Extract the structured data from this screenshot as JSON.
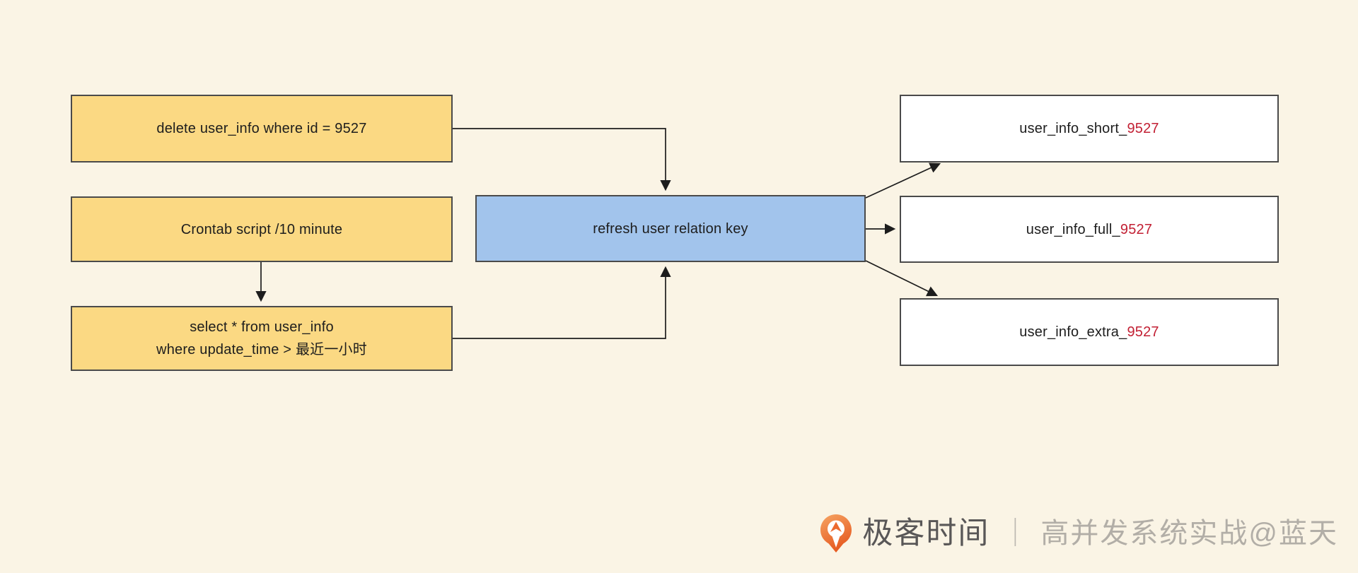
{
  "page": {
    "background_color": "#faf4e5"
  },
  "diagram": {
    "nodes": {
      "delete_sql": {
        "label": "delete user_info where id = 9527",
        "fill": "#fbd983"
      },
      "crontab": {
        "label": "Crontab script /10 minute",
        "fill": "#fbd983"
      },
      "select_sql": {
        "line1": "select * from user_info",
        "line2": "where update_time > 最近一小时",
        "fill": "#fbd983"
      },
      "refresh_key": {
        "label": "refresh user relation key",
        "fill": "#a2c4ec"
      },
      "cache_short": {
        "prefix": "user_info_short_",
        "suffix": "9527",
        "fill": "#ffffff"
      },
      "cache_full": {
        "prefix": "user_info_full_",
        "suffix": "9527",
        "fill": "#ffffff"
      },
      "cache_extra": {
        "prefix": "user_info_extra_",
        "suffix": "9527",
        "fill": "#ffffff"
      }
    },
    "colors": {
      "node_border": "#4a4a4a",
      "arrow": "#1d1d1d",
      "text": "#1d1d1d",
      "suffix_red": "#c21f33",
      "yellow": "#fbd983",
      "blue": "#a2c4ec",
      "white": "#ffffff"
    }
  },
  "footer": {
    "logo_icon": "geektime-pin-logo",
    "brand": "极客时间",
    "separator": "｜",
    "tagline": "高并发系统实战@蓝天",
    "colors": {
      "brand_text": "#595757",
      "tagline_text": "#b2aea7",
      "logo_orange_light": "#f5a05f",
      "logo_orange_dark": "#e5571e"
    }
  }
}
